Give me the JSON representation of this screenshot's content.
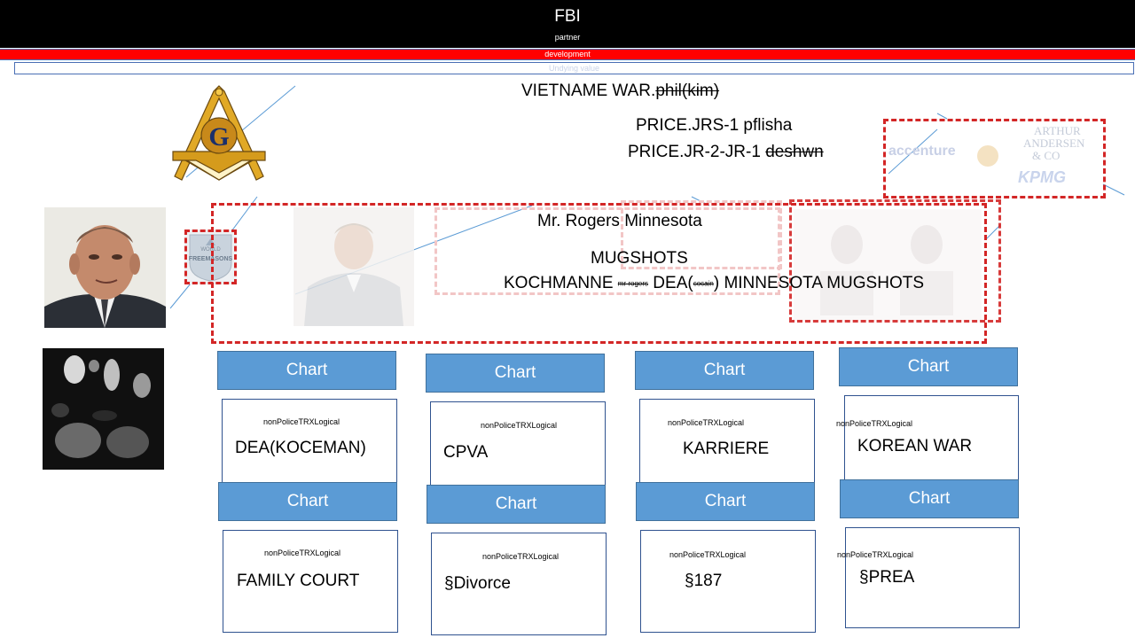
{
  "header": {
    "title": "FBI",
    "subtitle": "partner",
    "red_bar_label": "development",
    "thin_bar_label": "Undying value"
  },
  "headline": {
    "vietnam_prefix": "VIETNAME WAR.",
    "vietnam_strike": "phil(kim)",
    "price_1": "PRICE.JRS-1 pflisha",
    "price_2_prefix": "PRICE.JR-2-JR-1 ",
    "price_2_strike": "deshwn"
  },
  "main_box": {
    "rogers": "Mr. Rogers Minnesota",
    "mugshots": "MUGSHOTS",
    "line_prefix": "KOCHMANNE ",
    "line_small_strike": "mr rogers",
    "line_mid": " DEA(",
    "line_small_strike_2": "cocain",
    "line_suffix": ") MINNESOTA MUGSHOTS"
  },
  "badge": {
    "top": "WORLD",
    "bottom": "FREEMASONS"
  },
  "logos": {
    "accenture": "accenture",
    "arthur_1": "ARTHUR",
    "arthur_2": "ANDERSEN",
    "arthur_3": "& CO",
    "kpmg": "KPMG"
  },
  "chart_label": "Chart",
  "cards": [
    {
      "small": "nonPoliceTRXLogical",
      "big": "DEA(KOCEMAN)"
    },
    {
      "small": "nonPoliceTRXLogical",
      "big": "CPVA"
    },
    {
      "small": "nonPoliceTRXLogical",
      "big": "KARRIERE"
    },
    {
      "small": "nonPoliceTRXLogical",
      "big": "KOREAN WAR"
    },
    {
      "small": "nonPoliceTRXLogical",
      "big": "FAMILY COURT"
    },
    {
      "small": "nonPoliceTRXLogical",
      "big": "§Divorce"
    },
    {
      "small": "nonPoliceTRXLogical",
      "big": "§187"
    },
    {
      "small": "nonPoliceTRXLogical",
      "big": "§PREA"
    }
  ],
  "colors": {
    "chart_fill": "#5b9bd5",
    "dash_red": "#d32626",
    "header_bg": "#000000",
    "red_bar": "#ff0000",
    "connector": "#5b9bd5"
  },
  "icons": [
    "masonic-square-compass-icon",
    "freemasons-badge-icon"
  ]
}
